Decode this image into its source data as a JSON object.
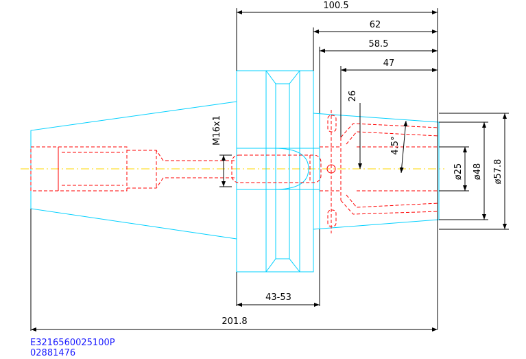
{
  "dimensions": {
    "top_overall": "100.5",
    "dim_62": "62",
    "dim_58_5": "58.5",
    "dim_47": "47",
    "dim_26": "26",
    "angle": "4.5°",
    "thread": "M16x1",
    "dia_25": "ø25",
    "dia_48": "ø48",
    "dia_57_8": "ø57.8",
    "adjust_range": "43-53",
    "total_length": "201.8"
  },
  "part_number": "E3216560025100P",
  "code": "02881476",
  "colors": {
    "outline": "#00d0ff",
    "hidden": "#ff0000",
    "centerline": "#ffd800",
    "dimension": "#000000",
    "code_text": "#1a1aff"
  }
}
